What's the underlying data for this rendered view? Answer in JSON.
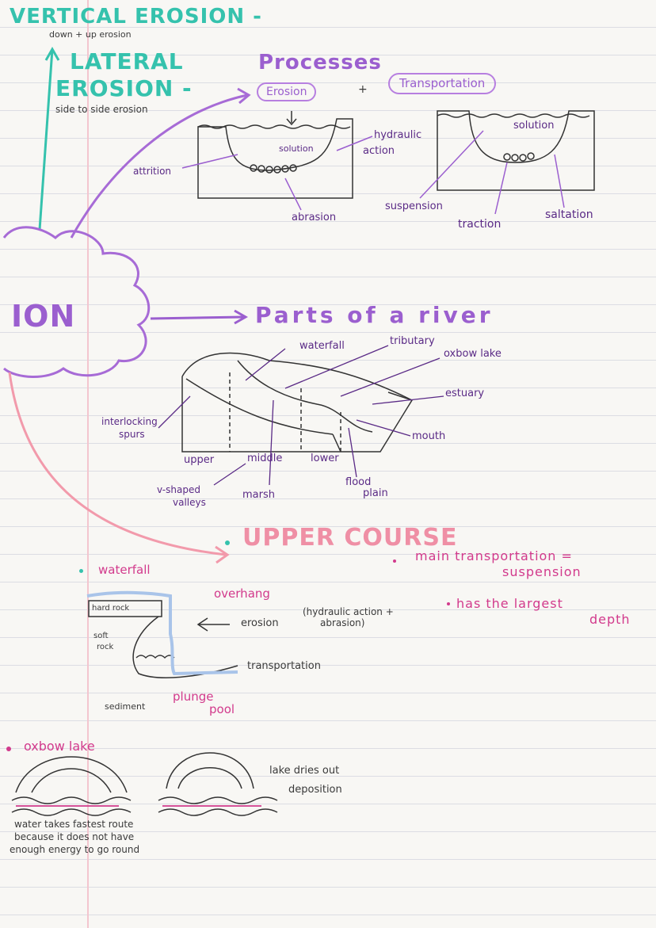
{
  "header": {
    "vertical_erosion": "VERTICAL EROSION -",
    "vertical_sub": "down + up erosion",
    "lateral_erosion_1": "LATERAL",
    "lateral_erosion_2": "EROSION -",
    "lateral_sub": "side to side erosion",
    "ion": "ION"
  },
  "processes": {
    "title": "Processes",
    "erosion_bubble": "Erosion",
    "plus": "+",
    "transport_bubble": "Transportation",
    "erosion_labels": {
      "solution": "solution",
      "hydraulic": "hydraulic",
      "action": "action",
      "attrition": "attrition",
      "abrasion": "abrasion"
    },
    "transport_labels": {
      "solution": "solution",
      "suspension": "suspension",
      "traction": "traction",
      "saltation": "saltation"
    }
  },
  "parts": {
    "title": "Parts of a river",
    "labels": {
      "waterfall": "waterfall",
      "tributary": "tributary",
      "oxbow": "oxbow lake",
      "estuary": "estuary",
      "interlocking1": "interlocking",
      "interlocking2": "spurs",
      "mouth": "mouth",
      "upper": "upper",
      "middle": "middle",
      "lower": "lower",
      "vshaped1": "v-shaped",
      "vshaped2": "valleys",
      "marsh": "marsh",
      "flood1": "flood",
      "flood2": "plain"
    }
  },
  "upper": {
    "title": "UPPER COURSE",
    "waterfall": "waterfall",
    "main_transport_1": "main transportation =",
    "main_transport_2": "suspension",
    "largest_depth_1": "has the largest",
    "largest_depth_2": "depth",
    "hard_rock": "hard rock",
    "overhang": "overhang",
    "soft1": "soft",
    "soft2": "rock",
    "erosion": "erosion",
    "hydraulic1": "(hydraulic action +",
    "hydraulic2": "abrasion)",
    "transportation": "transportation",
    "sediment": "sediment",
    "plunge1": "plunge",
    "plunge2": "pool"
  },
  "oxbow": {
    "title": "oxbow lake",
    "dries": "lake dries out",
    "deposition": "deposition",
    "note1": "water takes fastest route",
    "note2": "because it does not have",
    "note3": "enough energy to go round"
  },
  "colors": {
    "teal": "#35c2ad",
    "purple": "#9b5fcf",
    "pink": "#ef8fa5",
    "magenta": "#d23a8c"
  }
}
